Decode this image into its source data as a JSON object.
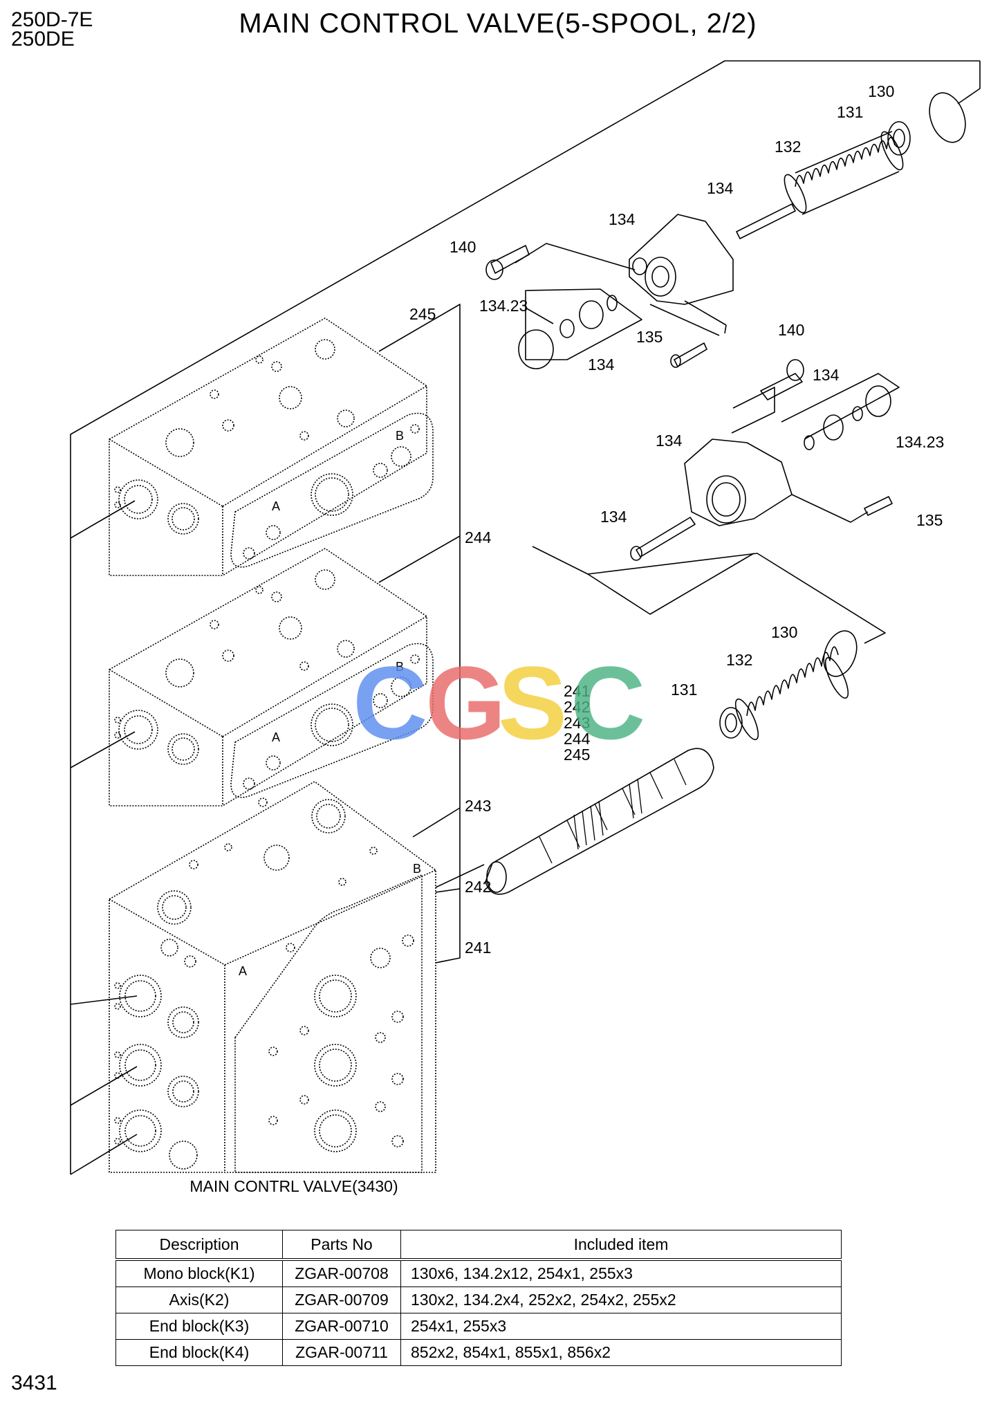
{
  "header": {
    "model_line1": "250D-7E",
    "model_line2": "250DE",
    "title": "MAIN CONTROL VALVE(5-SPOOL, 2/2)"
  },
  "diagram": {
    "callouts": {
      "c130_top": "130",
      "c131_top": "131",
      "c132_top": "132",
      "c134_a": "134",
      "c134_b": "134",
      "c140_top": "140",
      "c13423_top": "134.23",
      "c135_top": "135",
      "c134_c": "134",
      "c245": "245",
      "c140_mid": "140",
      "c134_d": "134",
      "c134_e": "134",
      "c13423_mid": "134.23",
      "c134_f": "134",
      "c135_mid": "135",
      "c244": "244",
      "c130_bot": "130",
      "c132_bot": "132",
      "c131_bot": "131",
      "c243": "243",
      "c242": "242",
      "c241": "241"
    },
    "stack_labels": [
      "241",
      "242",
      "243",
      "244",
      "245"
    ],
    "port_labels": {
      "b1": "B",
      "a1": "A",
      "b2": "B",
      "a2": "A",
      "b3": "B",
      "a3": "A"
    },
    "caption": "MAIN CONTRL VALVE(3430)",
    "watermark": {
      "letters": [
        "C",
        "G",
        "S",
        "C"
      ],
      "colors": [
        "#5b8def",
        "#ea6a6a",
        "#f5cf3a",
        "#4cb383"
      ]
    }
  },
  "table": {
    "headers": [
      "Description",
      "Parts No",
      "Included item"
    ],
    "rows": [
      {
        "description": "Mono block(K1)",
        "parts_no": "ZGAR-00708",
        "included": "130x6, 134.2x12, 254x1, 255x3"
      },
      {
        "description": "Axis(K2)",
        "parts_no": "ZGAR-00709",
        "included": "130x2, 134.2x4, 252x2, 254x2, 255x2"
      },
      {
        "description": "End block(K3)",
        "parts_no": "ZGAR-00710",
        "included": "254x1, 255x3"
      },
      {
        "description": "End block(K4)",
        "parts_no": "ZGAR-00711",
        "included": "852x2, 854x1, 855x1, 856x2"
      }
    ]
  },
  "footer": {
    "page_number": "3431"
  }
}
